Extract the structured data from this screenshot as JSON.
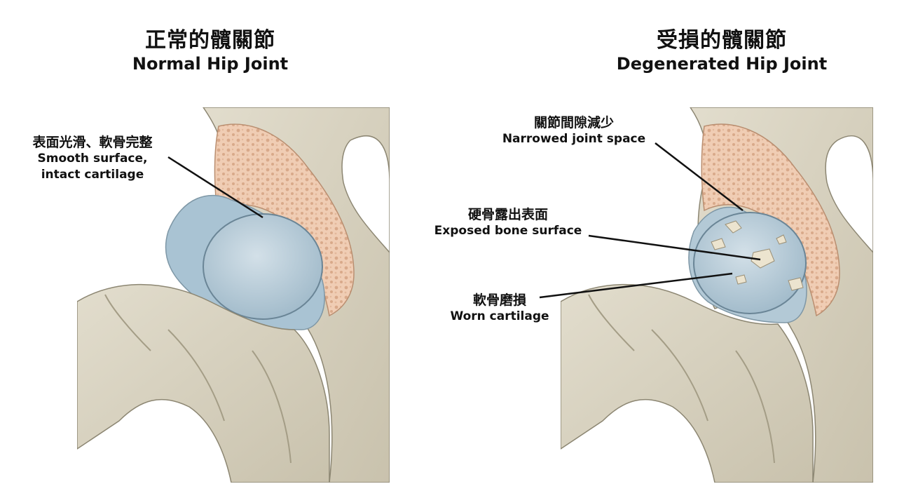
{
  "normal": {
    "title_zh": "正常的髖關節",
    "title_en": "Normal Hip Joint",
    "label_zh": "表面光滑、軟骨完整",
    "label_en_line1": "Smooth surface,",
    "label_en_line2": "intact cartilage"
  },
  "degenerated": {
    "title_zh": "受損的髖關節",
    "title_en": "Degenerated Hip Joint",
    "labels": [
      {
        "zh": "關節間隙減少",
        "en": "Narrowed joint space"
      },
      {
        "zh": "硬骨露出表面",
        "en": "Exposed bone surface"
      },
      {
        "zh": "軟骨磨損",
        "en": "Worn cartilage"
      }
    ]
  },
  "colors": {
    "bone": "#d8d3c2",
    "bone_shade": "#b9b29d",
    "cartilage": "#a9c3d3",
    "femoral_head": "#b7ccd8",
    "marrow": "#f0cdb4",
    "outline": "#6f6a5c",
    "leader_line": "#111111"
  }
}
